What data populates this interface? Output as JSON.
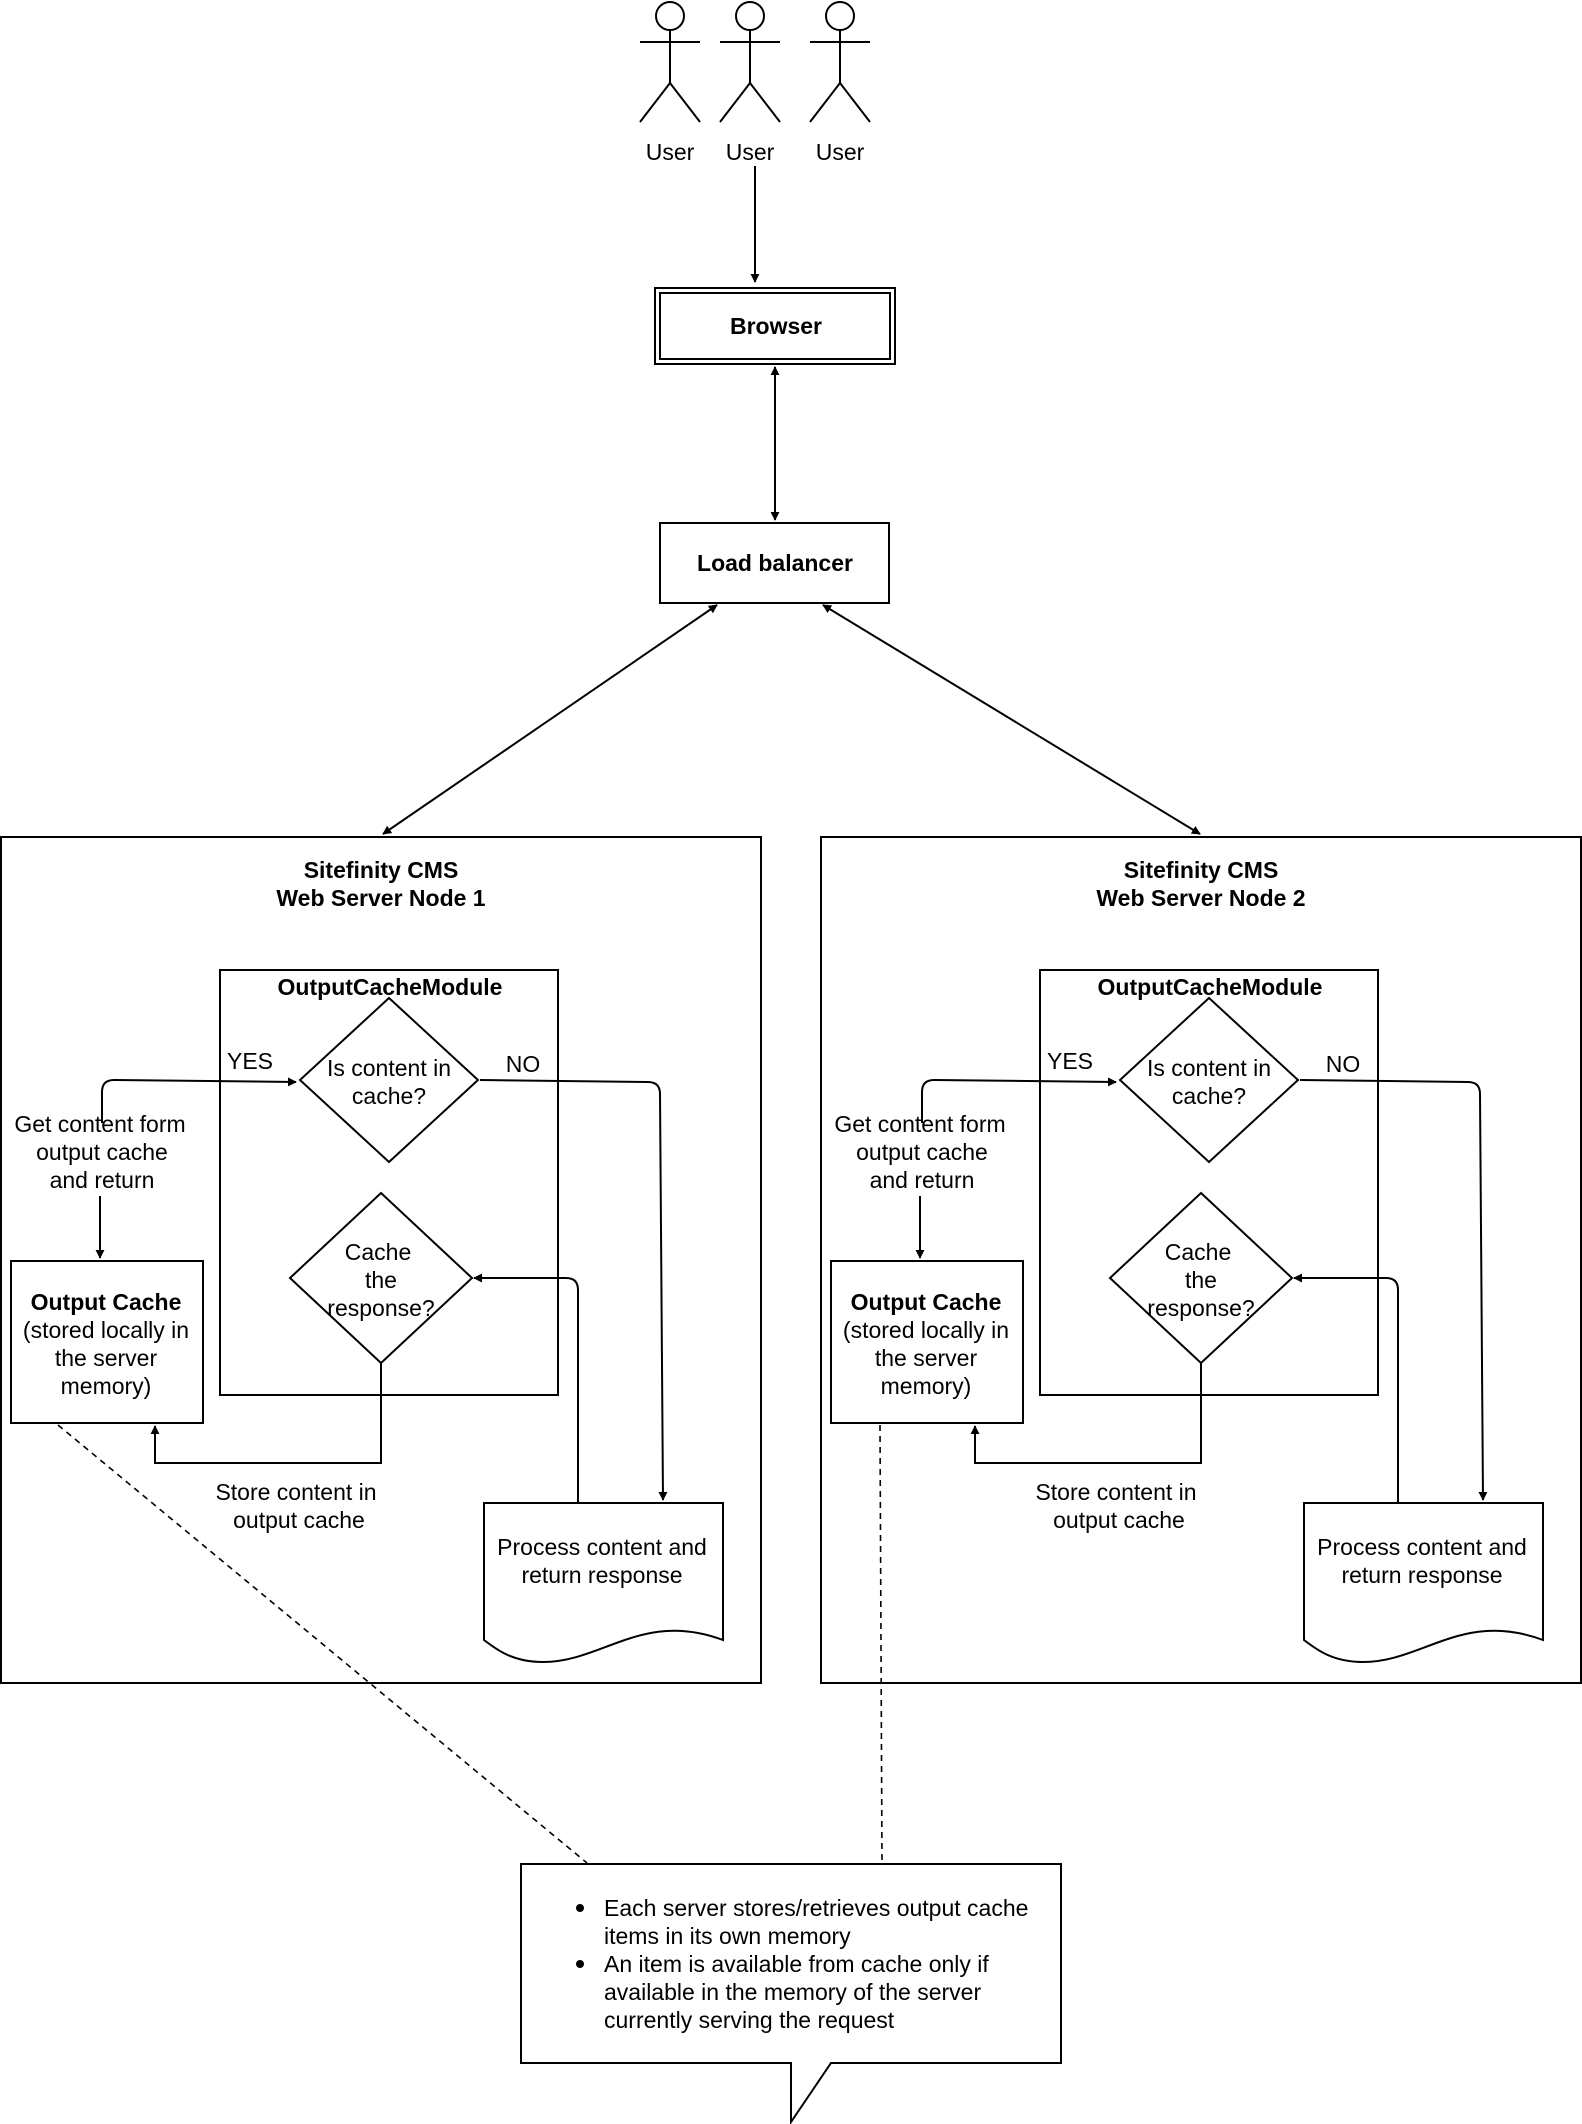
{
  "users": [
    "User",
    "User",
    "User"
  ],
  "browser": "Browser",
  "load_balancer": "Load balancer",
  "nodes": [
    {
      "title": [
        "Sitefinity CMS",
        "Web Server Node 1"
      ],
      "module": "OutputCacheModule",
      "decision_in_cache": [
        "Is content in",
        "cache?"
      ],
      "yes": "YES",
      "no": "NO",
      "get_content": [
        "Get content form",
        "output cache",
        "and return"
      ],
      "output_cache_title": "Output Cache",
      "output_cache_desc": [
        "(stored locally in",
        "the server",
        "memory)"
      ],
      "decision_cache_response": [
        "Cache",
        "the",
        "response?"
      ],
      "store_content": [
        "Store content in",
        "output cache"
      ],
      "process": [
        "Process content and",
        "return response"
      ]
    },
    {
      "title": [
        "Sitefinity CMS",
        "Web Server Node 2"
      ],
      "module": "OutputCacheModule",
      "decision_in_cache": [
        "Is content in",
        "cache?"
      ],
      "yes": "YES",
      "no": "NO",
      "get_content": [
        "Get content form",
        "output cache",
        "and return"
      ],
      "output_cache_title": "Output Cache",
      "output_cache_desc": [
        "(stored locally in",
        "the server",
        "memory)"
      ],
      "decision_cache_response": [
        "Cache",
        "the",
        "response?"
      ],
      "store_content": [
        "Store content in",
        "output cache"
      ],
      "process": [
        "Process content and",
        "return response"
      ]
    }
  ],
  "callout": [
    [
      "Each server stores/retrieves output cache",
      "items in its own memory"
    ],
    [
      "An item is available from cache only if",
      "available in the memory of the server",
      "currently serving the request"
    ]
  ]
}
